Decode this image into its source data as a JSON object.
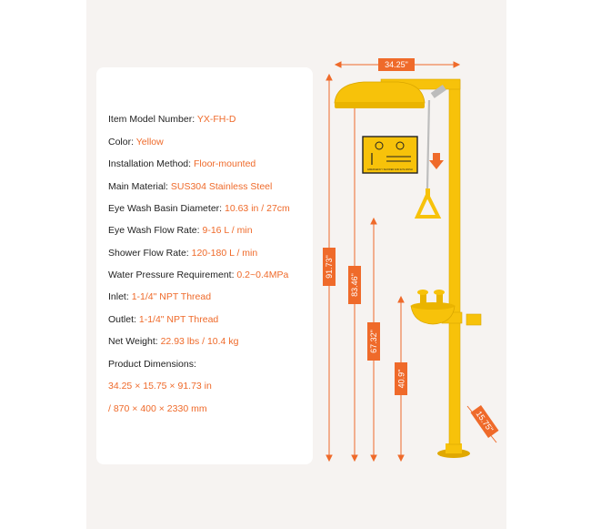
{
  "specs": {
    "model": {
      "label": "Item Model Number: ",
      "value": "YX-FH-D"
    },
    "color": {
      "label": "Color: ",
      "value": "Yellow"
    },
    "installation": {
      "label": "Installation Method: ",
      "value": "Floor-mounted"
    },
    "material": {
      "label": "Main Material: ",
      "value": "SUS304 Stainless Steel"
    },
    "basin": {
      "label": "Eye Wash Basin Diameter:  ",
      "value": "10.63 in / 27cm"
    },
    "eyewash_flow": {
      "label": "Eye Wash Flow Rate: ",
      "value": "9-16 L / min"
    },
    "shower_flow": {
      "label": "Shower Flow Rate: ",
      "value": "120-180 L / min"
    },
    "pressure": {
      "label": "Water Pressure Requirement: ",
      "value": "0.2~0.4MPa"
    },
    "inlet": {
      "label": "Inlet: ",
      "value": "1-1/4\" NPT Thread"
    },
    "outlet": {
      "label": "Outlet: ",
      "value": "1-1/4\" NPT Thread"
    },
    "weight": {
      "label": "Net Weight: ",
      "value": "22.93 lbs / 10.4 kg"
    },
    "dimensions_label": "Product Dimensions:",
    "dimensions_in": "34.25 × 15.75 × 91.73 in",
    "dimensions_mm": "/ 870 × 400 × 2330 mm"
  },
  "dimension_tags": {
    "width": "34.25\"",
    "height_total": "91.73\"",
    "height_shower": "83.46\"",
    "height_pull": "67.32\"",
    "height_basin": "40.9\"",
    "depth": "15.75\""
  },
  "sign_text": "EMERGENCY SHOWER AND EYE WASH",
  "colors": {
    "accent": "#ef6a2a",
    "product": "#f7c20a",
    "background": "#f6f3f1"
  }
}
